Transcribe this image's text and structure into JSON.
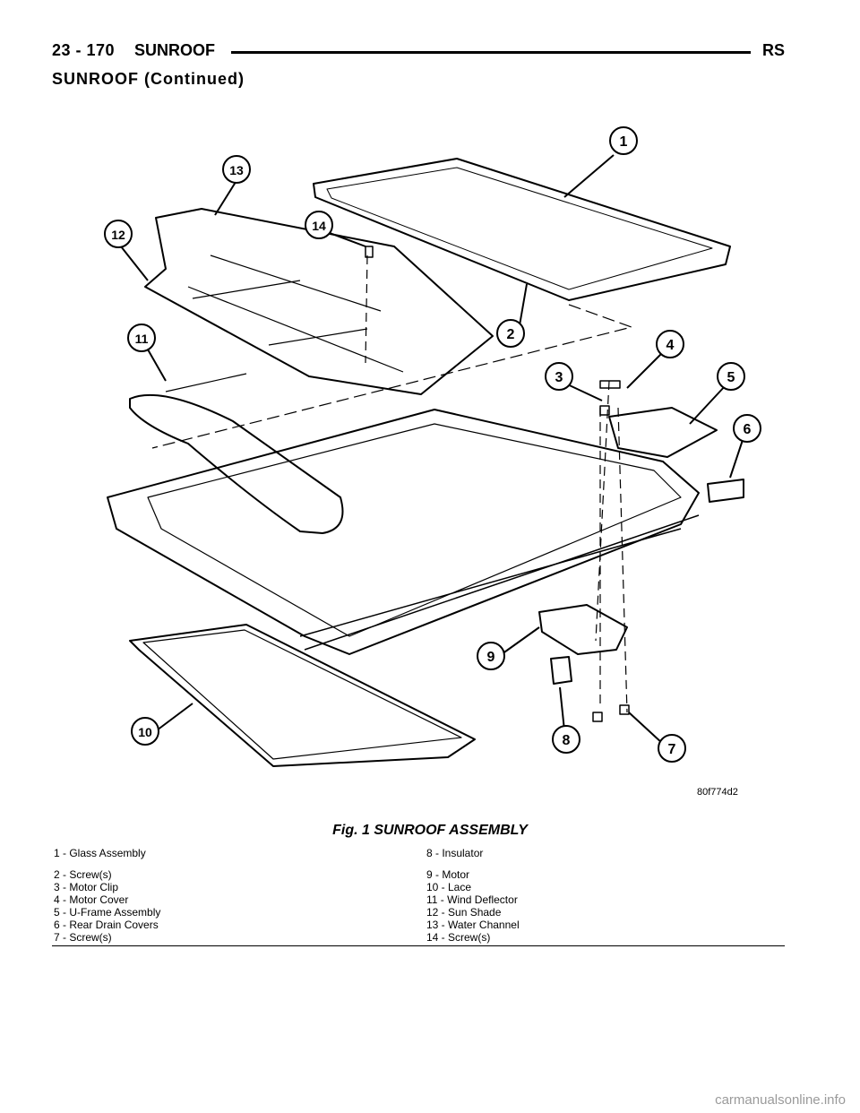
{
  "header": {
    "page_number": "23 - 170",
    "section": "SUNROOF",
    "code": "RS"
  },
  "subtitle": "SUNROOF (Continued)",
  "figure": {
    "id_code": "80f774d2",
    "callouts": [
      "1",
      "2",
      "3",
      "4",
      "5",
      "6",
      "7",
      "8",
      "9",
      "10",
      "11",
      "12",
      "13",
      "14"
    ]
  },
  "caption": "Fig. 1 SUNROOF ASSEMBLY",
  "legend": {
    "left": [
      "1 - Glass Assembly",
      "2 - Screw(s)",
      "3 - Motor Clip",
      "4 - Motor Cover",
      "5 - U-Frame Assembly",
      "6 - Rear Drain Covers",
      "7 - Screw(s)"
    ],
    "right": [
      "8 - Insulator",
      "9 - Motor",
      "10 - Lace",
      "11 - Wind Deflector",
      "12 - Sun Shade",
      "13 - Water Channel",
      "14 - Screw(s)"
    ]
  },
  "watermark": "carmanualsonline.info"
}
